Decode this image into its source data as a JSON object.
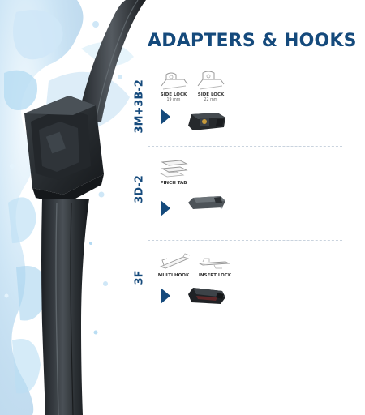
{
  "title": "ADAPTERS & HOOKS",
  "groups": [
    {
      "label": "3M+3B-2",
      "adapters": [
        {
          "name": "SIDE LOCK",
          "spec": "19 mm"
        },
        {
          "name": "SIDE LOCK",
          "spec": "22 mm"
        }
      ]
    },
    {
      "label": "3D-2",
      "adapters": [
        {
          "name": "PINCH TAB"
        }
      ]
    },
    {
      "label": "3F",
      "adapters": [
        {
          "name": "MULTI HOOK"
        },
        {
          "name": "INSERT LOCK"
        }
      ]
    }
  ],
  "colors": {
    "brand": "#154a7c",
    "water": "#8fc3e6",
    "blade": "#2f3438"
  },
  "icons": [
    "arrow-right-icon",
    "water-splash-image",
    "wiper-blade-image",
    "side-lock-hook-icon",
    "pinch-tab-hook-icon",
    "multi-hook-icon",
    "insert-lock-hook-icon",
    "wiper-adapter-image"
  ]
}
